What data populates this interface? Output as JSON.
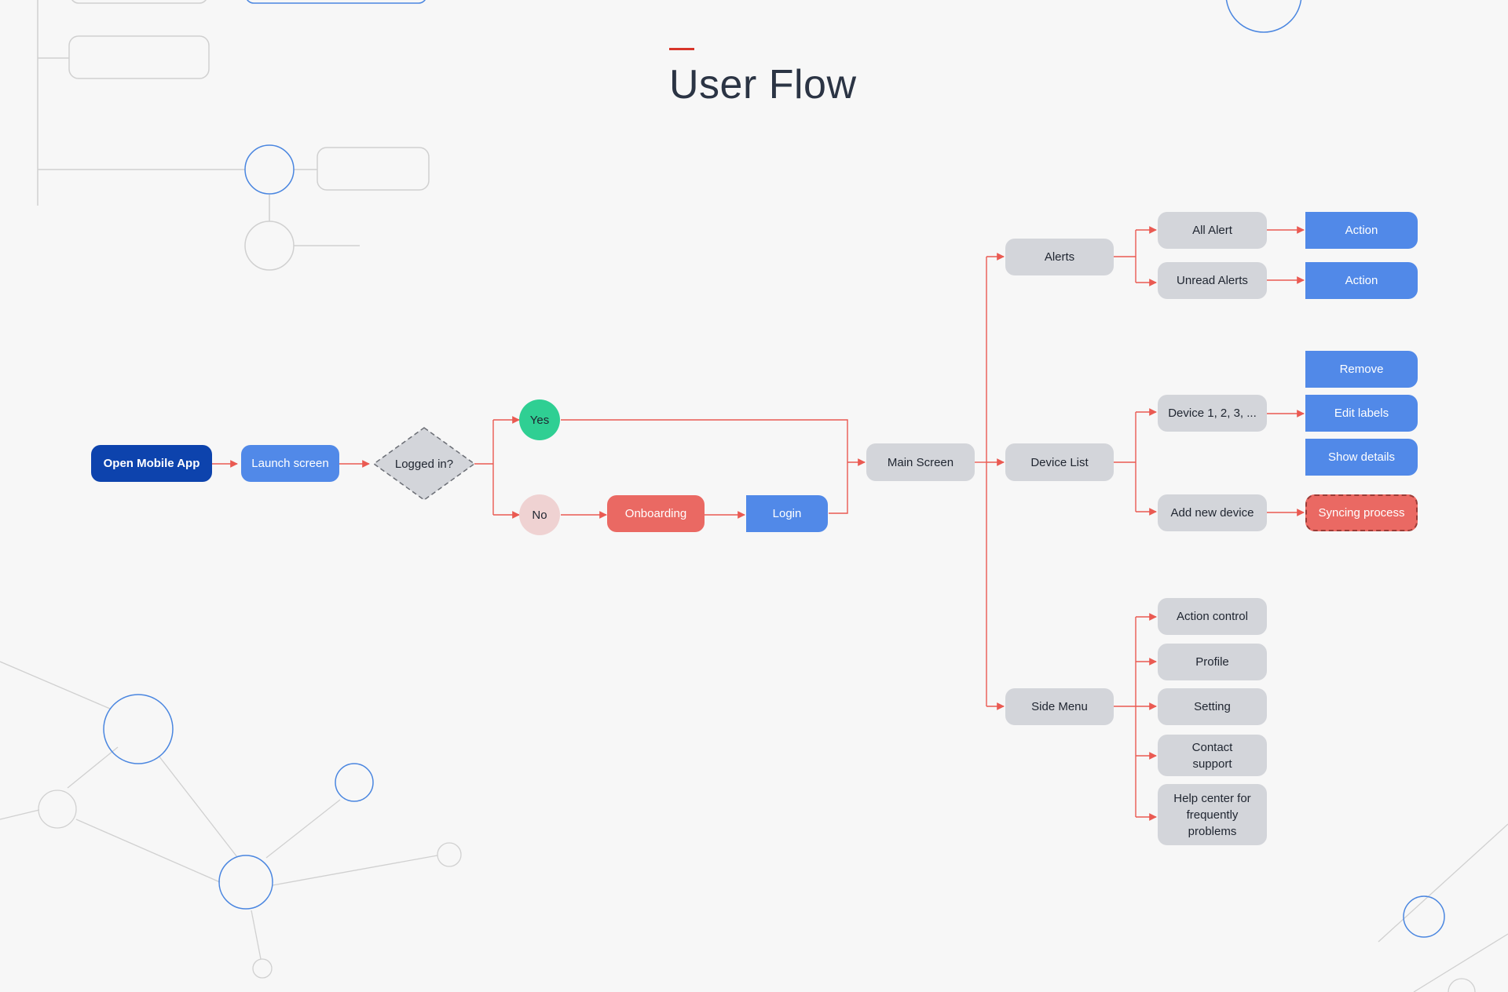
{
  "title": "User Flow",
  "colors": {
    "accent": "#d8352a",
    "connector": "#ea5a52",
    "primary_blue": "#5189e8",
    "navy": "#0d43ad",
    "gray_node": "#d3d5da",
    "red_node": "#ea6963",
    "green_node": "#2fcf93",
    "pink_node": "#efd2d2",
    "decor_blue": "#4a86e0",
    "decor_gray": "#cfcfcf"
  },
  "nodes": {
    "open_app": "Open Mobile App",
    "launch": "Launch screen",
    "logged_in": "Logged in?",
    "yes": "Yes",
    "no": "No",
    "onboarding": "Onboarding",
    "login": "Login",
    "main_screen": "Main Screen",
    "alerts": "Alerts",
    "device_list": "Device List",
    "side_menu": "Side Menu",
    "all_alert": "All Alert",
    "unread_alerts": "Unread Alerts",
    "action_1": "Action",
    "action_2": "Action",
    "device_123": "Device 1, 2, 3, ...",
    "add_new_device": "Add new device",
    "remove": "Remove",
    "edit_labels": "Edit labels",
    "show_details": "Show details",
    "syncing_process": "Syncing process",
    "action_control": "Action control",
    "profile": "Profile",
    "setting": "Setting",
    "contact_support": "Contact support",
    "help_center": "Help center for frequently problems"
  }
}
